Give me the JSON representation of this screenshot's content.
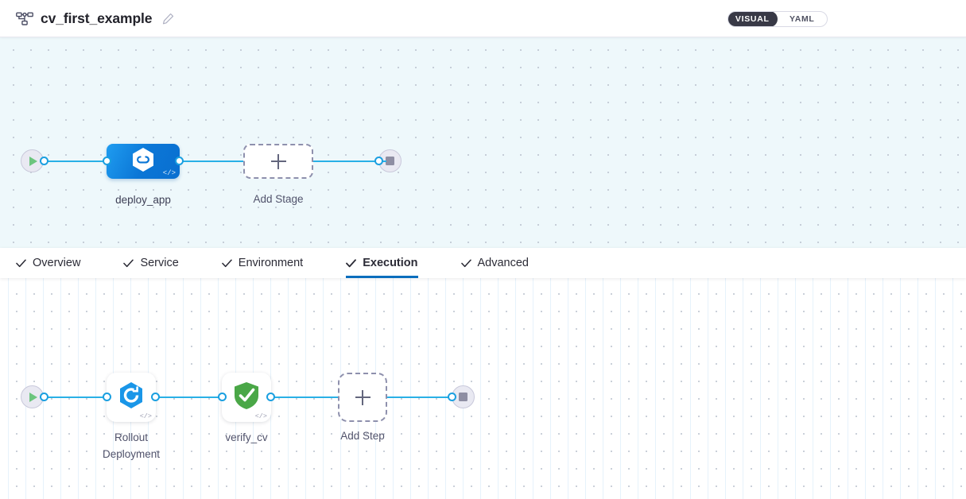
{
  "header": {
    "pipeline_icon": "pipeline-graph-icon",
    "title": "cv_first_example",
    "edit_icon": "pencil-edit-icon",
    "mode_toggle": {
      "options": [
        {
          "label": "VISUAL",
          "active": true
        },
        {
          "label": "YAML",
          "active": false
        }
      ]
    }
  },
  "stage_canvas": {
    "start_node": {
      "name": "pipeline-start",
      "icon": "play-icon"
    },
    "end_node": {
      "name": "pipeline-end",
      "icon": "stop-icon"
    },
    "stages": [
      {
        "label": "deploy_app",
        "icon": "harness-deploy-hexagon-icon",
        "badge": "</>",
        "selected": true
      }
    ],
    "add_stage": {
      "label": "Add Stage",
      "icon": "plus-icon"
    }
  },
  "tabs": [
    {
      "label": "Overview",
      "active": false,
      "icon": "check-icon"
    },
    {
      "label": "Service",
      "active": false,
      "icon": "check-icon"
    },
    {
      "label": "Environment",
      "active": false,
      "icon": "check-icon"
    },
    {
      "label": "Execution",
      "active": true,
      "icon": "check-icon"
    },
    {
      "label": "Advanced",
      "active": false,
      "icon": "check-icon"
    }
  ],
  "step_canvas": {
    "start_node": {
      "name": "execution-start",
      "icon": "play-icon"
    },
    "end_node": {
      "name": "execution-end",
      "icon": "stop-icon"
    },
    "steps": [
      {
        "label": "Rollout\nDeployment",
        "icon": "rollout-deployment-hexagon-icon",
        "badge": "</>"
      },
      {
        "label": "verify_cv",
        "icon": "green-shield-check-icon",
        "badge": "</>"
      }
    ],
    "add_step": {
      "label": "Add Step",
      "icon": "plus-icon"
    }
  },
  "colors": {
    "accent_blue": "#0a6ebd",
    "edge_blue": "#29b0e6",
    "stage_node_blue": "#0b76d6",
    "verify_green": "#4aa747",
    "canvas_tint": "#eef8fb",
    "toggle_dark": "#383946"
  }
}
